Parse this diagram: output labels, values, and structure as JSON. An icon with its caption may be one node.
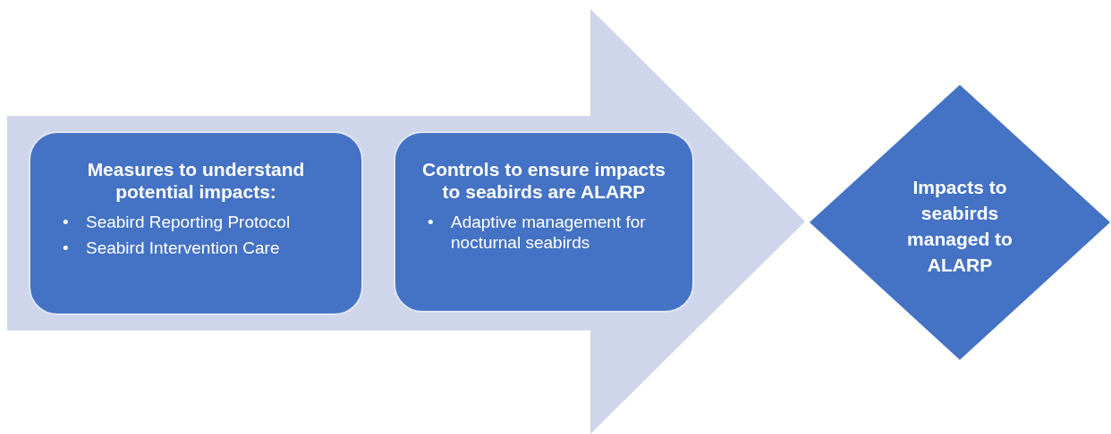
{
  "diagram": {
    "nodes": [
      {
        "text": [],
        "shape": "arrow"
      },
      {
        "text": [
          "Measures to understand potential impacts:",
          "Seabird Reporting Protocol",
          "Seabird Intervention Care"
        ],
        "in": 0
      },
      {
        "text": [
          "Controls to ensure impacts to seabirds are ALARP",
          "Adaptive management for nocturnal seabirds"
        ],
        "in": 0
      },
      {
        "text": [
          "Impacts to seabirds managed to ALARP"
        ]
      }
    ],
    "labels": [
      "•",
      "•",
      "•"
    ]
  }
}
